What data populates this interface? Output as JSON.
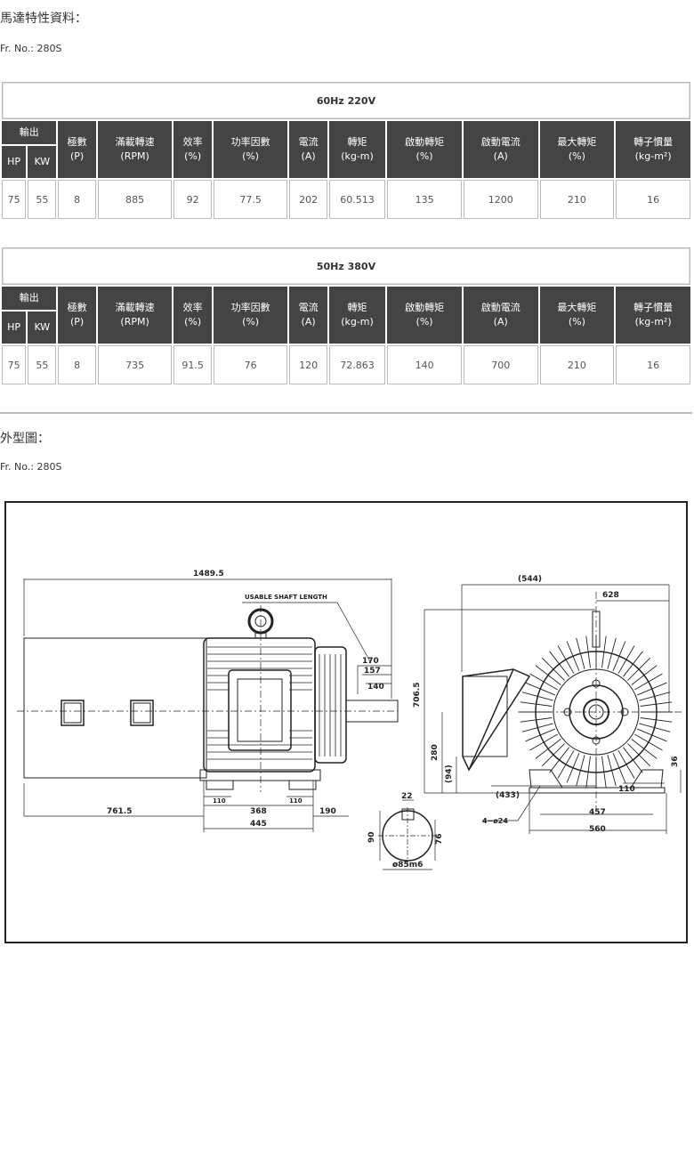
{
  "characteristics": {
    "title": "馬達特性資料：",
    "frame_no": "Fr. No.: 280S"
  },
  "headers": {
    "output": "輸出",
    "hp": "HP",
    "kw": "KW",
    "poles": [
      "極數",
      "(P)"
    ],
    "rpm": [
      "滿載轉速",
      "(RPM)"
    ],
    "eff": [
      "效率",
      "(%)"
    ],
    "pf": [
      "功率因數",
      "(%)"
    ],
    "current": [
      "電流",
      "(A)"
    ],
    "torque": [
      "轉矩",
      "(kg-m)"
    ],
    "start_torque": [
      "啟動轉矩",
      "(%)"
    ],
    "start_current": [
      "啟動電流",
      "(A)"
    ],
    "max_torque": [
      "最大轉矩",
      "(%)"
    ],
    "inertia": [
      "轉子慣量",
      "(kg-m²)"
    ]
  },
  "tables": [
    {
      "freq": "60Hz 220V",
      "row": [
        "75",
        "55",
        "8",
        "885",
        "92",
        "77.5",
        "202",
        "60.513",
        "135",
        "1200",
        "210",
        "16"
      ]
    },
    {
      "freq": "50Hz 380V",
      "row": [
        "75",
        "55",
        "8",
        "735",
        "91.5",
        "76",
        "120",
        "72.863",
        "140",
        "700",
        "210",
        "16"
      ]
    }
  ],
  "outline": {
    "title": "外型圖：",
    "frame_no": "Fr. No.: 280S"
  },
  "drawing": {
    "dims": {
      "total_len": "1489.5",
      "usable_shaft": "USABLE SHAFT LENGTH",
      "d170": "170",
      "d157": "157",
      "d140": "140",
      "d7615": "761.5",
      "d110a": "110",
      "d110b": "110",
      "d368": "368",
      "d190": "190",
      "d445": "445",
      "d544": "(544)",
      "d628": "628",
      "d7065": "706.5",
      "d280": "280",
      "d94": "(94)",
      "d433": "(433)",
      "d36": "36",
      "d110c": "110",
      "d457": "457",
      "d560": "560",
      "holes": "4−ø24",
      "d22": "22",
      "d90": "90",
      "d76": "76",
      "shaft": "ø85m6"
    }
  }
}
